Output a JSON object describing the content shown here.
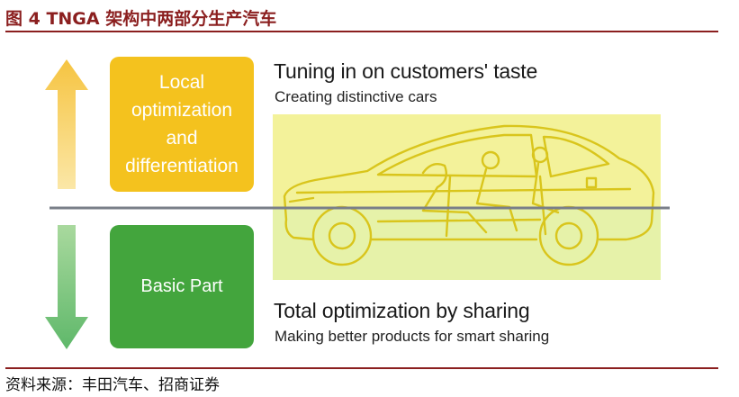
{
  "figure": {
    "title": "图 4 TNGA 架构中两部分生产汽车",
    "source": "资料来源：丰田汽车、招商证券"
  },
  "diagram": {
    "upper_box": {
      "label": "Local\noptimization\nand\ndifferentiation",
      "color": "#f4c21e"
    },
    "lower_box": {
      "label": "Basic Part",
      "color": "#43a53d"
    },
    "upper_heading": {
      "title": "Tuning in on customers' taste",
      "subtitle": "Creating distinctive cars"
    },
    "lower_heading": {
      "title": "Total optimization by sharing",
      "subtitle": "Making better products for smart sharing"
    },
    "colors": {
      "upper_band": "#f3f29a",
      "lower_band": "#e6f2a9",
      "divider": "#7a7f88",
      "car_outline": "#d9c51c",
      "up_arrow": "#f6c441",
      "down_arrow": "#6fc07a"
    }
  }
}
